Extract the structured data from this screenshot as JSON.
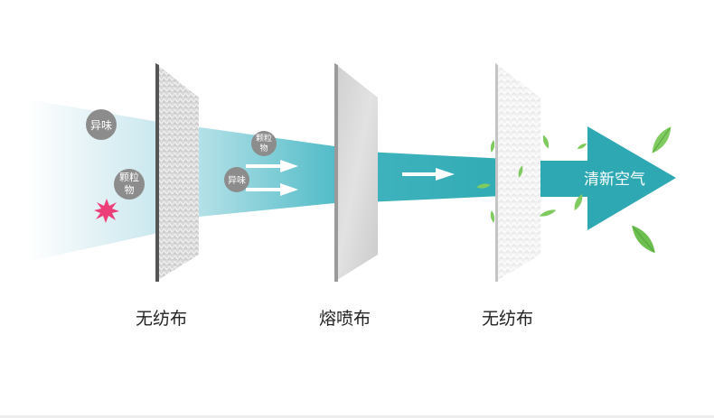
{
  "colors": {
    "flow_light": "#e4f3f6",
    "flow_mid": "#7ccbd6",
    "flow_dark": "#2eaab4",
    "bubble": "#8c8c8c",
    "spark": "#ec3f7a",
    "leaf": "#6dbf4f"
  },
  "filters": [
    {
      "label": "无纺布"
    },
    {
      "label": "熔喷布"
    },
    {
      "label": "无纺布"
    }
  ],
  "stage1_bubbles": [
    "异味",
    "颗粒物"
  ],
  "stage2_bubbles": [
    "颗粒物",
    "异味"
  ],
  "output_label": "清新空气",
  "icons": [
    "spark-icon",
    "arrow-icon",
    "leaf-icon"
  ]
}
